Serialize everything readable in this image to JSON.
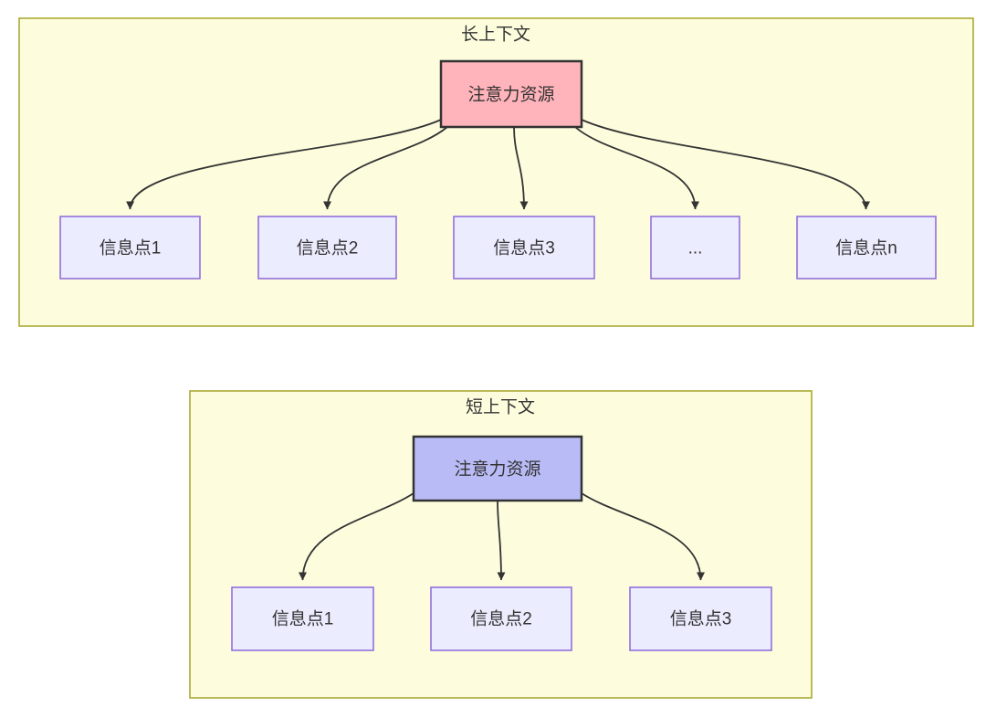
{
  "diagram": {
    "colors": {
      "container_fill": "#fdfdde",
      "container_border": "#aaaa33",
      "node_fill": "#ececff",
      "node_border": "#9370db",
      "attention_long_fill": "#ffb3ba",
      "attention_short_fill": "#b9bbf6",
      "attention_border": "#333333",
      "arrow": "#333333",
      "text": "#333333"
    },
    "long_context": {
      "title": "长上下文",
      "attention_label": "注意力资源",
      "nodes": [
        "信息点1",
        "信息点2",
        "信息点3",
        "...",
        "信息点n"
      ]
    },
    "short_context": {
      "title": "短上下文",
      "attention_label": "注意力资源",
      "nodes": [
        "信息点1",
        "信息点2",
        "信息点3"
      ]
    }
  }
}
